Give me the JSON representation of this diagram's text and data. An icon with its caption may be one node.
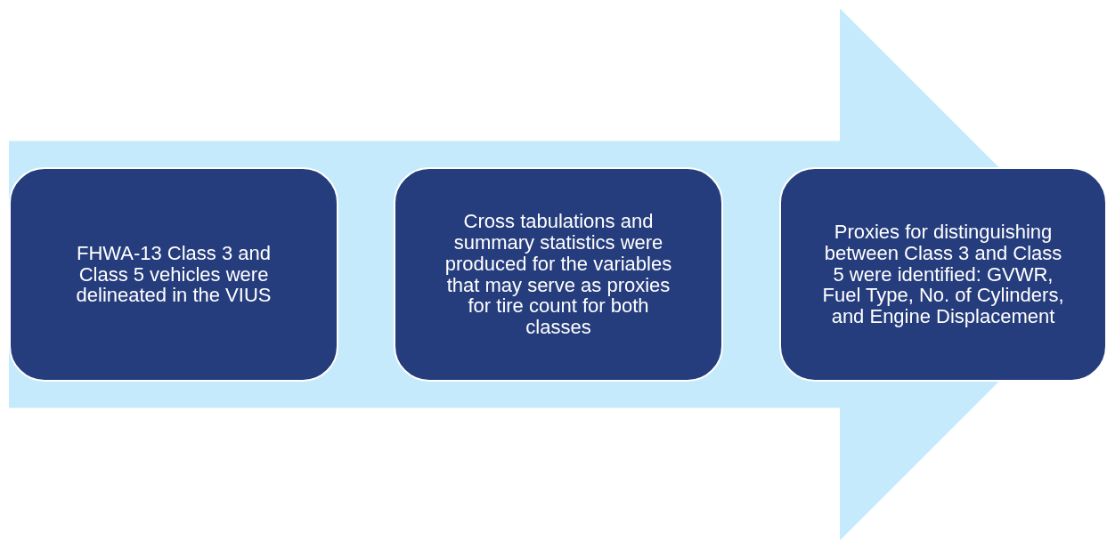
{
  "diagram": {
    "nodes": [
      {
        "text": [
          "FHWA-13 Class 3 and Class 5 vehicles were delineated in the VIUS"
        ]
      },
      {
        "text": [
          "Cross tabulations and summary statistics were produced for the variables that may serve as proxies for tire count for both classes"
        ]
      },
      {
        "text": [
          "Proxies for distinguishing between Class 3 and Class 5 were identified: GVWR, Fuel Type, No. of Cylinders, and Engine Displacement"
        ]
      }
    ],
    "edges": [
      {
        "from": 0,
        "to": 2,
        "arrow": "to",
        "style": "thick"
      }
    ]
  }
}
